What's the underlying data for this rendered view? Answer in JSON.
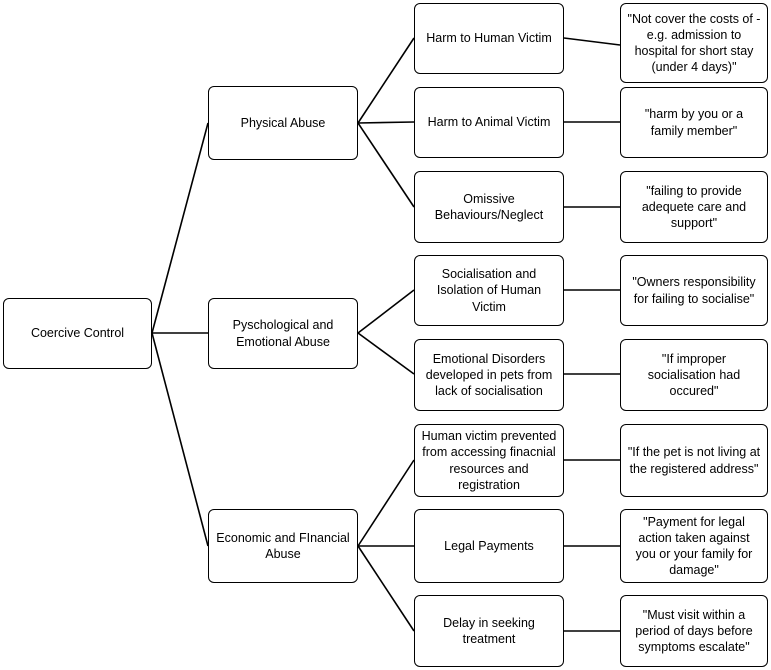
{
  "root": {
    "label": "Coercive Control"
  },
  "categories": [
    {
      "label": "Physical Abuse"
    },
    {
      "label": "Pyschological and Emotional Abuse"
    },
    {
      "label": "Economic and FInancial Abuse"
    }
  ],
  "subcategories": [
    {
      "label": "Harm to Human Victim"
    },
    {
      "label": "Harm to Animal Victim"
    },
    {
      "label": "Omissive Behaviours/Neglect"
    },
    {
      "label": "Socialisation and Isolation of Human Victim"
    },
    {
      "label": "Emotional Disorders developed in pets from lack of socialisation"
    },
    {
      "label": "Human victim prevented from accessing finacnial resources and registration"
    },
    {
      "label": "Legal Payments"
    },
    {
      "label": "Delay in seeking treatment"
    }
  ],
  "quotes": [
    {
      "label": "\"Not cover the costs of - e.g. admission to hospital for short stay (under 4 days)\""
    },
    {
      "label": "\"harm by you or a family member\""
    },
    {
      "label": "\"failing to provide adequete care and support\""
    },
    {
      "label": "\"Owners responsibility for failing to socialise\""
    },
    {
      "label": "\"If improper socialisation had occured\""
    },
    {
      "label": "\"If the  pet is not living at the registered address\""
    },
    {
      "label": "\"Payment for legal action taken against you or your family for damage\""
    },
    {
      "label": "\"Must  visit within a period of days before symptoms escalate\""
    }
  ]
}
